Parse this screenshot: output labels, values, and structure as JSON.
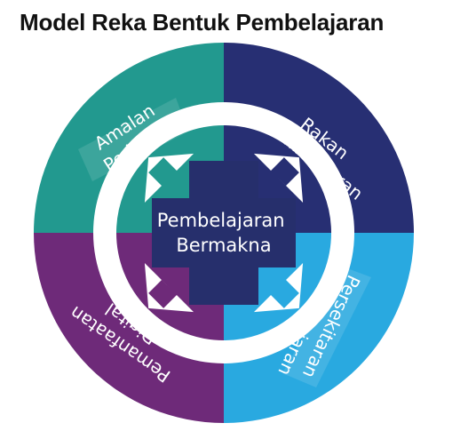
{
  "title": "Model Reka Bentuk Pembelajaran",
  "center": {
    "line1": "Pembelajaran",
    "line2": "Bermakna",
    "color": "#262f6c"
  },
  "quadrants": [
    {
      "id": "amalan-pedagogi",
      "position": "top-left",
      "line1": "Amalan",
      "line2": "Pedagogi",
      "color": "#22998f"
    },
    {
      "id": "rakan-pembelajaran",
      "position": "top-right",
      "line1": "Rakan",
      "line2": "Pembelajaran",
      "color": "#272f73"
    },
    {
      "id": "persekitaran-pembelajaran",
      "position": "bottom-right",
      "line1": "Persekitaran",
      "line2": "Pembelajaran",
      "color": "#29a9e0"
    },
    {
      "id": "pemanfaatan-digital",
      "position": "bottom-left",
      "line1": "Pemanfaatan",
      "line2": "Digital",
      "color": "#6e2a79"
    }
  ],
  "ring_color": "#ffffff"
}
